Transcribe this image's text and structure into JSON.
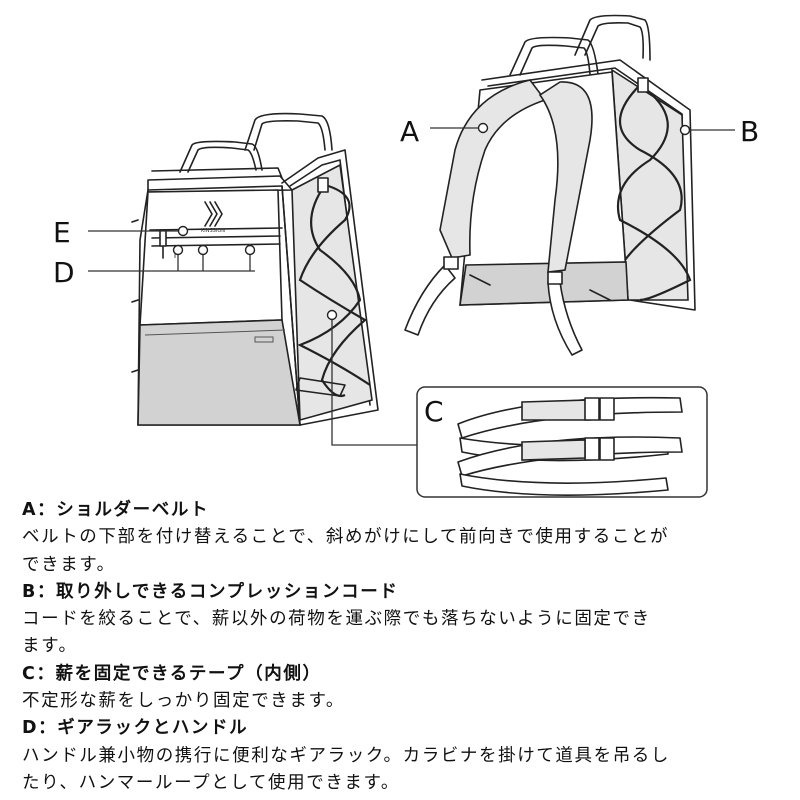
{
  "diagram": {
    "labels": {
      "a": "A",
      "b": "B",
      "c": "C",
      "d": "D",
      "e": "E"
    },
    "brand_mark": "KINSSION"
  },
  "features": [
    {
      "heading": "A：ショルダーベルト",
      "lines": [
        "ベルトの下部を付け替えることで、斜めがけにして前向きで使用することが",
        "できます。"
      ]
    },
    {
      "heading": "B：取り外しできるコンプレッションコード",
      "lines": [
        "コードを絞ることで、薪以外の荷物を運ぶ際でも落ちないように固定でき",
        "ます。"
      ]
    },
    {
      "heading": "C：薪を固定できるテープ（内側）",
      "lines": [
        "不定形な薪をしっかり固定できます。"
      ]
    },
    {
      "heading": "D：ギアラックとハンドル",
      "lines": [
        "ハンドル兼小物の携行に便利なギアラック。カラビナを掛けて道具を吊るし",
        "たり、ハンマーループとして使用できます。"
      ]
    }
  ]
}
